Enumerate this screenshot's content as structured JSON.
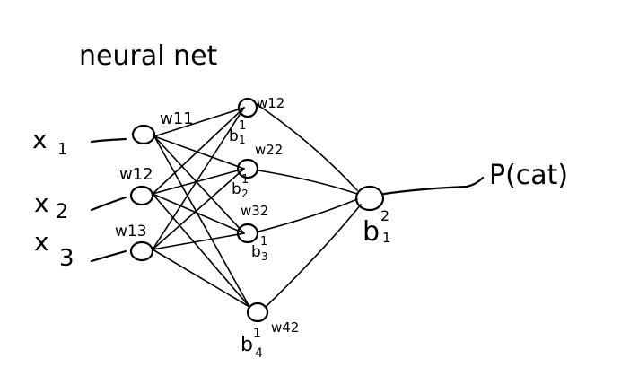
{
  "title": "neural net",
  "inputs": [
    {
      "name": "x",
      "sub": "1"
    },
    {
      "name": "x",
      "sub": "2"
    },
    {
      "name": "x",
      "sub": "3"
    }
  ],
  "input_weights": [
    "w11",
    "w12",
    "w13"
  ],
  "hidden": [
    {
      "weight": "w12",
      "bias": "b",
      "bias_sup": "1",
      "bias_sub": "1"
    },
    {
      "weight": "w22",
      "bias": "b",
      "bias_sup": "1",
      "bias_sub": "2"
    },
    {
      "weight": "w32",
      "bias": "b",
      "bias_sup": "1",
      "bias_sub": "3"
    },
    {
      "weight": "w42",
      "bias": "b",
      "bias_sup": "1",
      "bias_sub": "4"
    }
  ],
  "output": {
    "bias": "b",
    "bias_sup": "2",
    "bias_sub": "1",
    "label": "P(cat)"
  }
}
